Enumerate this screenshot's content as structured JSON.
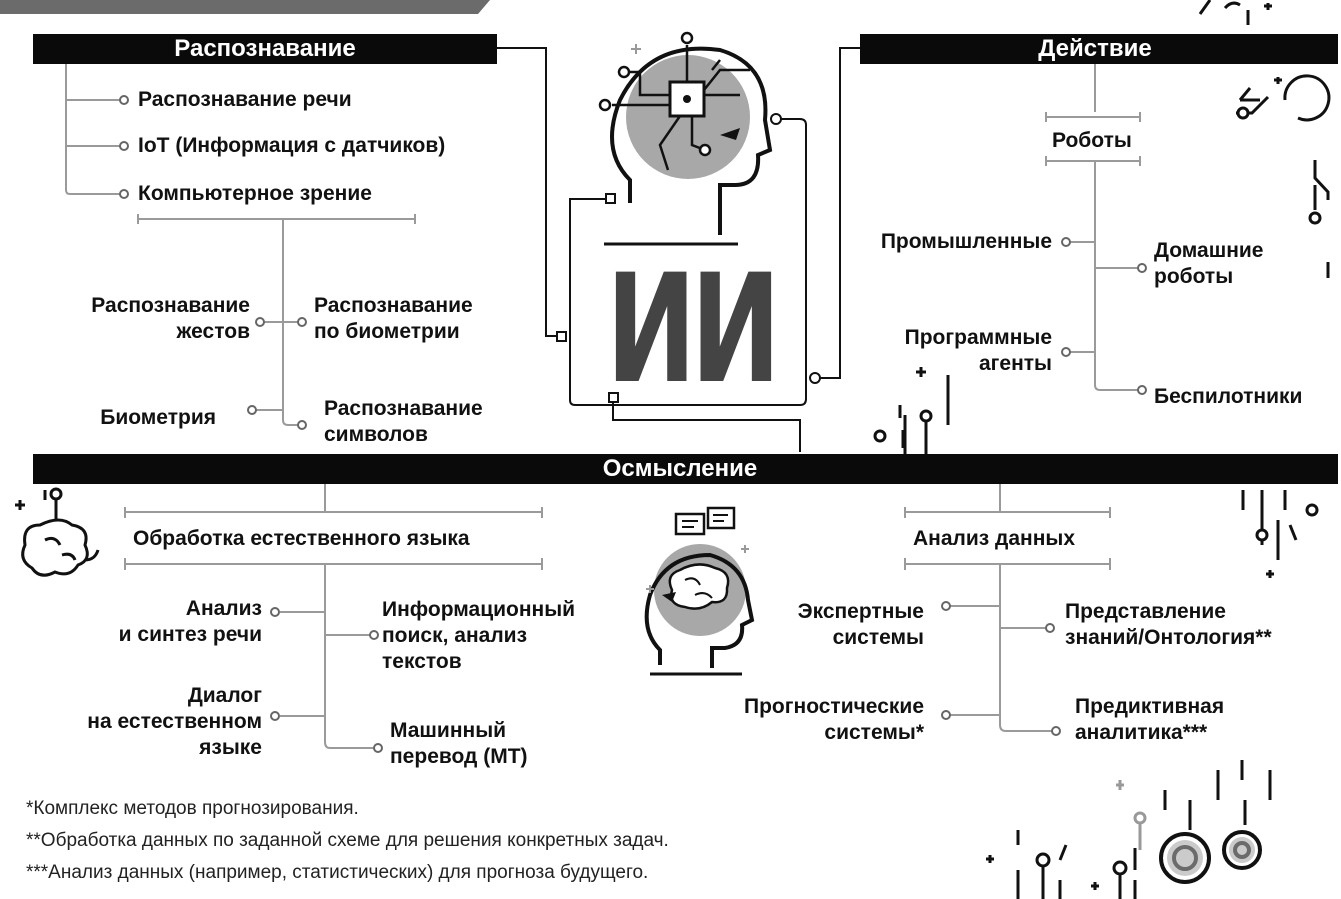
{
  "center": {
    "label": "ИИ"
  },
  "sections": {
    "recognition": "Распознавание",
    "action": "Действие",
    "comprehension": "Осмысление"
  },
  "recognition": {
    "items": [
      "Распознавание речи",
      "IoT (Информация с датчиков)",
      "Компьютерное зрение"
    ],
    "vision": {
      "gestures": "Распознавание\nжестов",
      "biometrics_recog": "Распознавание\nпо биометрии",
      "biometrics": "Биометрия",
      "symbols": "Распознавание\nсимволов"
    }
  },
  "action": {
    "robots": "Роботы",
    "industrial": "Промышленные",
    "home": "Домашние\nроботы",
    "software_agents": "Программные\nагенты",
    "drones": "Беспилотники"
  },
  "nlp": {
    "title": "Обработка естественного языка",
    "speech": "Анализ\nи синтез речи",
    "dialog": "Диалог\nна естественном\nязыке",
    "ir": "Информационный\nпоиск, анализ\nтекстов",
    "mt": "Машинный\nперевод (MT)"
  },
  "analytics": {
    "title": "Анализ данных",
    "expert": "Экспертные\nсистемы",
    "prognostic": "Прогностические\nсистемы*",
    "knowledge": "Представление\nзнаний/Онтология**",
    "predictive": "Предиктивная\nаналитика***"
  },
  "footnotes": [
    "*Комплекс методов прогнозирования.",
    "**Обработка данных по заданной схеме для решения конкретных задач.",
    "***Анализ данных (например, статистических) для прогноза будущего."
  ],
  "colors": {
    "bar": "#0a0a0a",
    "line": "#9a9a9a",
    "accent": "#444444",
    "head": "#a8a8a8"
  }
}
